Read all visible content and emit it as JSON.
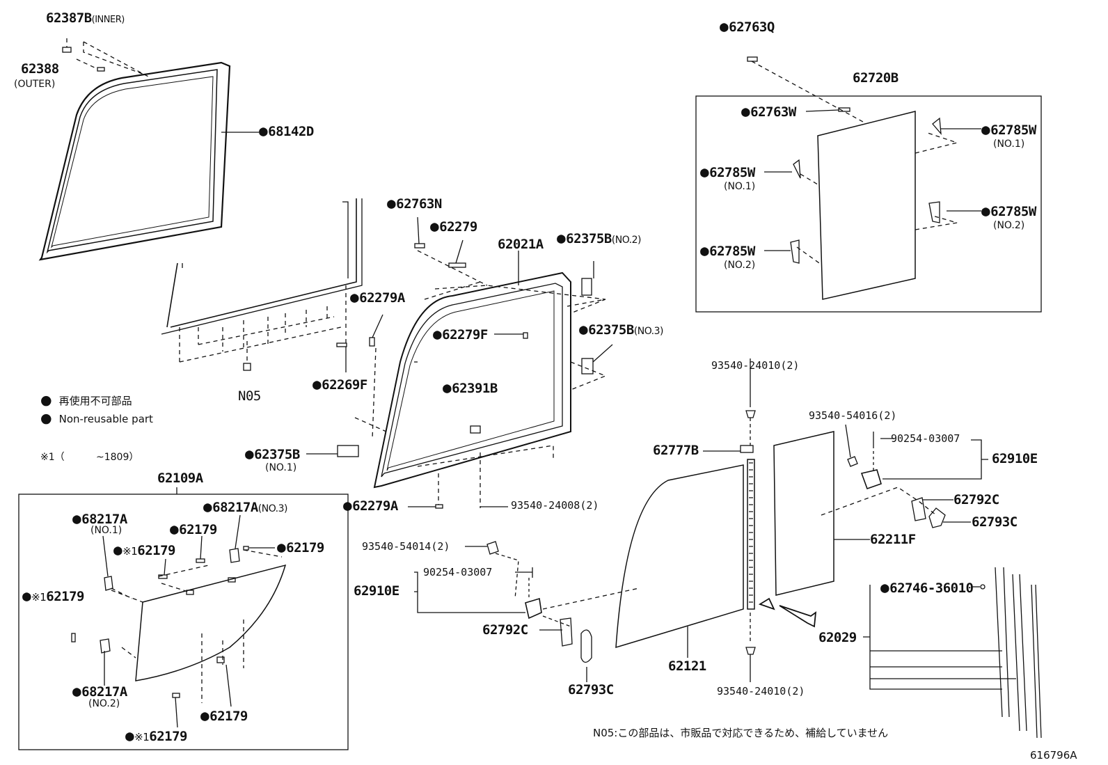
{
  "diagram_code": "616796A",
  "legend": {
    "jp": "再使用不可部品",
    "en": "Non-reusable part",
    "note1_mark": "※1（",
    "note1_range": "~1809）"
  },
  "footnote": "N05:この部品は、市販品で対応できるため、補給していません",
  "groups": {
    "bracket_62720B": "62720B",
    "bracket_62109A": "62109A"
  },
  "parts": {
    "p62387B": "62387B",
    "p62387B_note": "(INNER)",
    "p62388": "62388",
    "p62388_note": "(OUTER)",
    "p68142D": "68142D",
    "p62763N": "62763N",
    "p62279": "62279",
    "p62021A": "62021A",
    "p62375B_no2": "62375B",
    "p62375B_no2_note": "(NO.2)",
    "p62279A_top": "62279A",
    "p62279F": "62279F",
    "p62375B_no3": "62375B",
    "p62375B_no3_note": "(NO.3)",
    "pN05": "N05",
    "p62269F": "62269F",
    "p62391B": "62391B",
    "p62375B_no1": "62375B",
    "p62375B_no1_note": "(NO.1)",
    "p62279A_bot": "62279A",
    "p93540_24008": "93540-24008(2)",
    "p62763Q": "62763Q",
    "p62763W": "62763W",
    "p62785W_r1": "62785W",
    "p62785W_r1_note": "(NO.1)",
    "p62785W_l1": "62785W",
    "p62785W_l1_note": "(NO.1)",
    "p62785W_r2": "62785W",
    "p62785W_r2_note": "(NO.2)",
    "p62785W_l2": "62785W",
    "p62785W_l2_note": "(NO.2)",
    "p93540_24010_top": "93540-24010(2)",
    "p93540_54016": "93540-54016(2)",
    "p90254_right": "90254-03007",
    "p62910E_right": "62910E",
    "p62777B": "62777B",
    "p62792C_right": "62792C",
    "p62793C_right": "62793C",
    "p62211F": "62211F",
    "p62746": "62746-36010",
    "p62029": "62029",
    "p62121": "62121",
    "p93540_24010_bot": "93540-24010(2)",
    "p93540_54014": "93540-54014(2)",
    "p90254_left": "90254-03007",
    "p62910E_left": "62910E",
    "p62792C_left": "62792C",
    "p62793C_left": "62793C",
    "p68217A_no1": "68217A",
    "p68217A_no1_note": "(NO.1)",
    "p68217A_no3": "68217A",
    "p68217A_no3_note": "(NO.3)",
    "p62179_a": "62179",
    "p62179_b": "62179",
    "p62179_c": "62179",
    "p62179_d": "62179",
    "p62179_e": "62179",
    "p62179_f": "62179",
    "p68217A_no2": "68217A",
    "p68217A_no2_note": "(NO.2)",
    "mark": "※1"
  }
}
